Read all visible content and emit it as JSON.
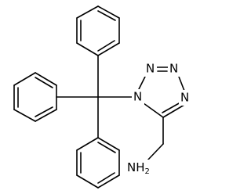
{
  "structure": {
    "atom_labels": {
      "n1": "N",
      "n2": "N",
      "n3": "N",
      "n4": "N",
      "amine": "NH",
      "amine_subscript": "2"
    }
  },
  "colors": {
    "bond": "#000000",
    "label": "#000000",
    "background": "#ffffff"
  }
}
